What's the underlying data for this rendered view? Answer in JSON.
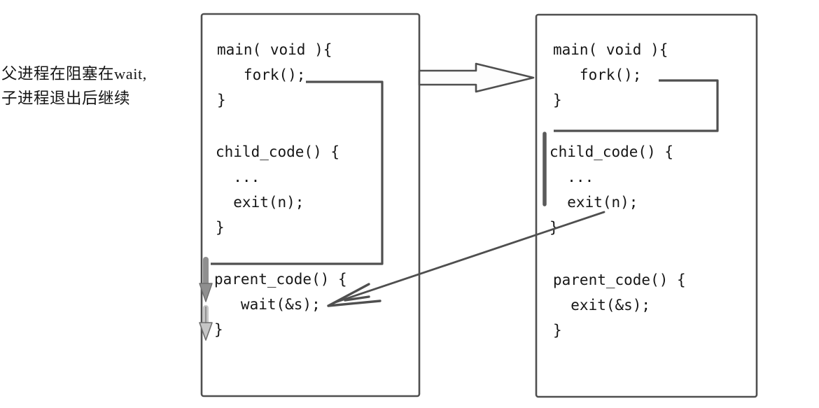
{
  "annotation": {
    "line1": "父进程在阻塞在wait,",
    "line2": "子进程退出后继续"
  },
  "left_box": {
    "main_fn": [
      "main( void ){",
      "   fork();",
      "}"
    ],
    "child_fn": [
      "child_code() {",
      "  ...",
      "  exit(n);",
      "}"
    ],
    "parent_fn": [
      "parent_code() {",
      "   wait(&s);",
      "}"
    ]
  },
  "right_box": {
    "main_fn": [
      "main( void ){",
      "   fork();",
      "}"
    ],
    "child_fn": [
      "child_code() {",
      "  ...",
      "  exit(n);",
      "}"
    ],
    "parent_fn": [
      "parent_code() {",
      "  exit(&s);",
      "}"
    ]
  },
  "icons": {
    "fork_block_arrow": "right-block-arrow",
    "exit_to_wait_arrow": "diagonal-arrow-to-wait",
    "blocked_wait_arrows": "small-down-arrows"
  },
  "colors": {
    "line_color": "#4f4f4f",
    "text_color": "#161616",
    "background": "#ffffff",
    "arrow_fill_dark": "#8f8f8f",
    "arrow_fill_light": "#c6c6c6"
  }
}
